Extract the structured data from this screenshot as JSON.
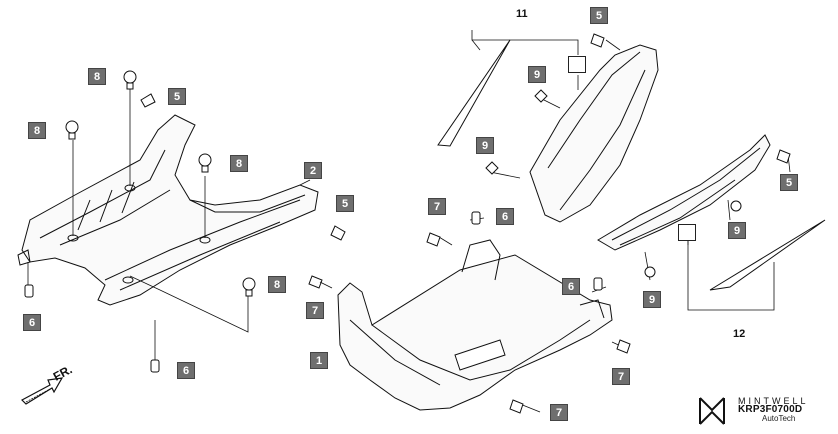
{
  "callouts": {
    "c1": "1",
    "c2": "2",
    "c5a": "5",
    "c5b": "5",
    "c5c": "5",
    "c5d": "5",
    "c6a": "6",
    "c6b": "6",
    "c6c": "6",
    "c6d": "6",
    "c7a": "7",
    "c7b": "7",
    "c7c": "7",
    "c7d": "7",
    "c8a": "8",
    "c8b": "8",
    "c8c": "8",
    "c8d": "8",
    "c9a": "9",
    "c9b": "9",
    "c9c": "9",
    "c9d": "9"
  },
  "group_labels": {
    "g11": "11",
    "g12": "12"
  },
  "direction_label": "FR.",
  "diagram_code": "KRP3F0700D",
  "brand": {
    "name": "MINTWELL",
    "sub": "AutoTech"
  }
}
